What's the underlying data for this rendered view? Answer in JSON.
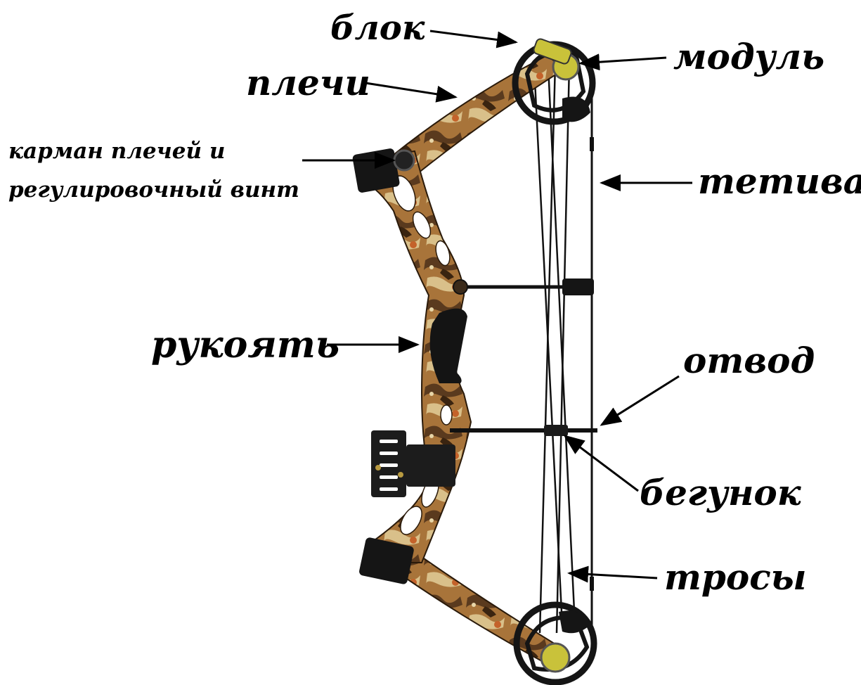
{
  "labels": {
    "block": "блок",
    "module": "модуль",
    "limbs": "плечи",
    "limb_pocket_line1": "карман плечей и",
    "limb_pocket_line2": "регулировочный винт",
    "string": "тетива",
    "grip": "рукоять",
    "cable_guard": "отвод",
    "cable_slide": "бегунок",
    "cables": "тросы"
  },
  "colors": {
    "text": "#000000",
    "arrow": "#000000",
    "camo_dark": "#5a3a1e",
    "camo_mid": "#a8743a",
    "camo_light": "#d9c08a",
    "camo_orange": "#c4622a",
    "cam_yellow": "#c9c23a",
    "black": "#111111"
  }
}
